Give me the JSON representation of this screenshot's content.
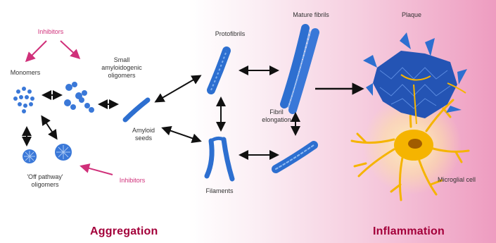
{
  "labels": {
    "inhibitors_top": "Inhibitors",
    "monomers": "Monomers",
    "small_oligomers": "Small\namyloidogenic\noligomers",
    "off_pathway": "'Off pathway'\noligomers",
    "inhibitors_bottom": "Inhibitors",
    "amyloid_seeds": "Amyloid\nseeds",
    "protofibrils": "Protofibrils",
    "filaments": "Filaments",
    "mature_fibrils": "Mature fibrils",
    "fibril_elongation": "Fibril\nelongation",
    "plaque": "Plaque",
    "microglial_cell": "Microglial cell",
    "aggregation": "Aggregation",
    "inflammation": "Inflammation"
  },
  "colors": {
    "inhibitor_pink": "#d0307a",
    "fibril_blue": "#2d6fd0",
    "heading_red": "#a3003a",
    "microglia_yellow": "#f5b400"
  }
}
